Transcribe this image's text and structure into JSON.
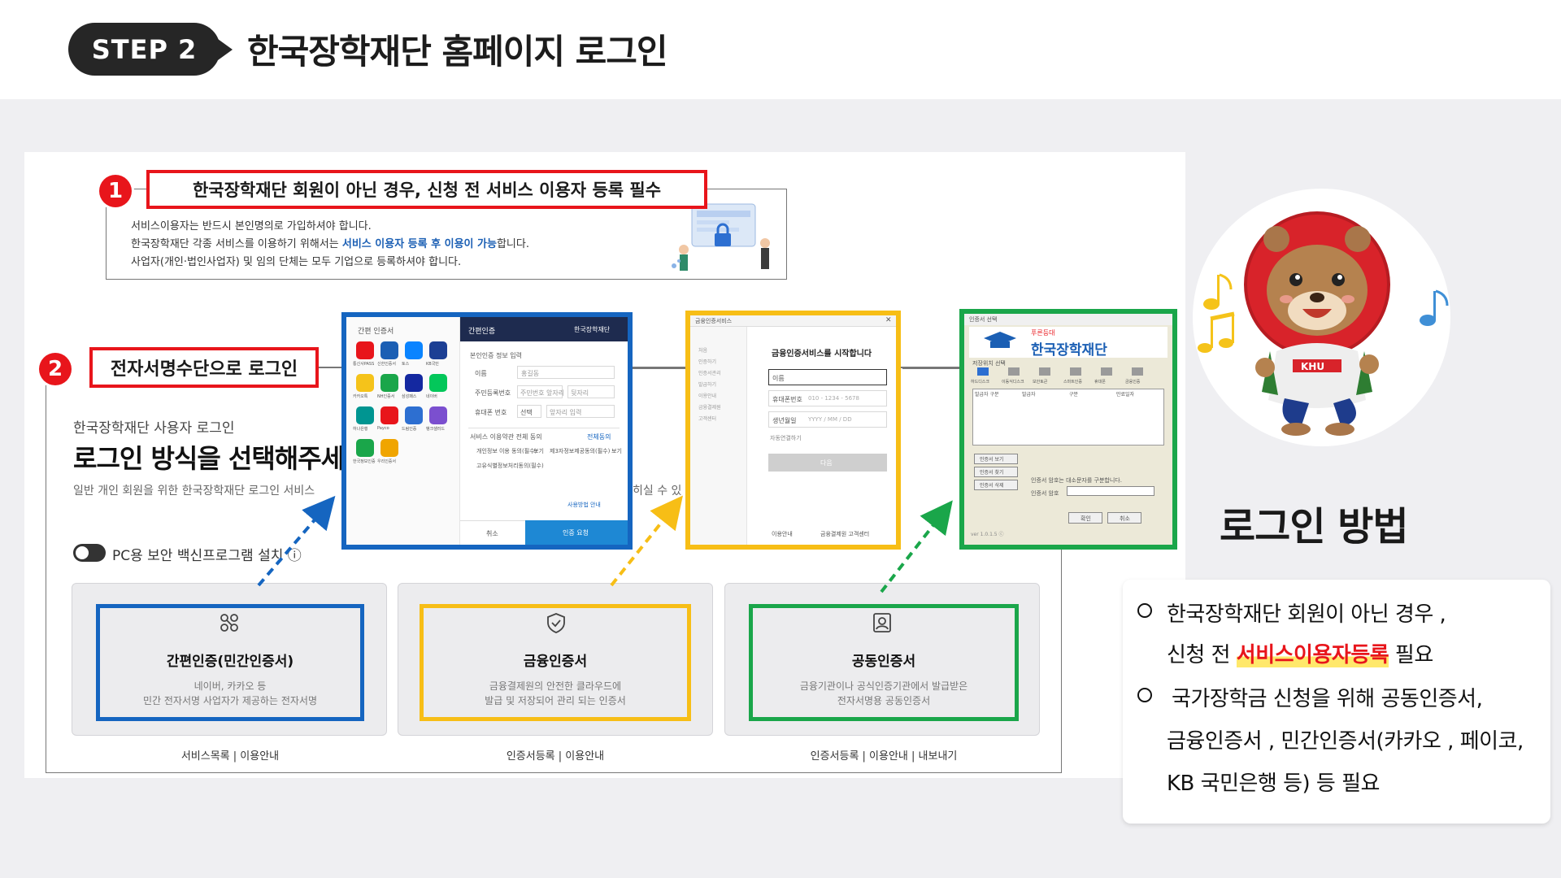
{
  "header": {
    "step_label": "STEP 2",
    "title": "한국장학재단 홈페이지 로그인"
  },
  "notice": {
    "badge": "1",
    "label": "한국장학재단 회원이 아닌 경우, 신청 전 서비스 이용자 등록 필수",
    "line1": "서비스이용자는 반드시 본인명의로 가입하셔야 합니다.",
    "line2_a": "한국장학재단 각종 서비스를 이용하기 위해서는 ",
    "line2_hl": "서비스 이용자 등록 후 이용이 가능",
    "line2_b": "합니다.",
    "line3": "사업자(개인·법인사업자) 및 임의 단체는 모두 기업으로 등록하셔야 합니다."
  },
  "login": {
    "badge": "2",
    "label": "전자서명수단으로 로그인",
    "subtitle": "한국장학재단 사용자 로그인",
    "heading": "로그인 방식을 선택해주세",
    "desc": "일반 개인 회원을 위한 한국장학재단 로그인 서비스",
    "desc_tail": "히실 수 있",
    "toggle_label": "PC용 보안 백신프로그램 설치 ⓘ",
    "methods": [
      {
        "title": "간편인증(민간인증서)",
        "desc1": "네이버, 카카오 등",
        "desc2": "민간 전자서명 사업자가 제공하는 전자서명",
        "links": "서비스목록 | 이용안내"
      },
      {
        "title": "금융인증서",
        "desc1": "금융결제원의 안전한 클라우드에",
        "desc2": "발급 및 저장되어 관리 되는 인증서",
        "links": "인증서등록 | 이용안내"
      },
      {
        "title": "공동인증서",
        "desc1": "금융기관이나 공식인증기관에서 발급받은",
        "desc2": "전자서명용 공동인증서",
        "links": "인증서등록 | 이용안내 | 내보내기"
      }
    ]
  },
  "shots": {
    "simple": {
      "left_title": "간편 인증서",
      "right_title": "간편인증",
      "brand": "한국장학재단",
      "section": "본인인증 정보 입력",
      "field1": "이름",
      "field1_val": "홍길동",
      "field2": "주민등록번호",
      "field2_val": "주민번호 앞자리",
      "field2_val_b": "뒷자리",
      "field3": "휴대폰 번호",
      "field3_carrier": "선택",
      "field3_val": "앞자리 입력",
      "agree": "서비스 이용약관 전체 동의",
      "agree_btn": "전체동의",
      "agree1": "개인정보 이용 동의(필수)",
      "agree1_btn": "보기",
      "agree2": "제3자정보제공동의(필수)",
      "agree2_btn": "보기",
      "agree3": "고유식별정보처리동의(필수)",
      "help": "사용방법 안내",
      "cancel": "취소",
      "confirm": "인증 요청",
      "apps": [
        "통신사PASS",
        "신한인증서",
        "토스",
        "KB국민",
        "카카오톡",
        "NH인증서",
        "삼성패스",
        "네이버",
        "하나은행",
        "Payco",
        "드림인증",
        "뱅크샐러드",
        "한국정보인증",
        "우리인증서"
      ]
    },
    "finance": {
      "title": "금융인증서비스",
      "start": "금융인증서비스를 시작합니다",
      "name_label": "이름",
      "phone_label": "휴대폰번호",
      "birth_label": "생년월일",
      "phone_ph": "010 - 1234 - 5678",
      "birth_ph": "YYYY / MM / DD",
      "auto": "자동연결하기",
      "next": "다음",
      "left_menu": [
        "처음",
        "인증하기",
        "인증서관리",
        "발급하기",
        "이용안내",
        "금융결제원",
        "고객센터"
      ],
      "footer_a": "이용안내",
      "footer_b": "금융결제원 고객센터"
    },
    "joint": {
      "window_title": "인증서 선택",
      "brand_small": "푸른등대",
      "brand": "한국장학재단",
      "location_label": "저장위치 선택",
      "locations": [
        "하드디스크",
        "이동식디스크",
        "보안토큰",
        "스마트인증",
        "휴대폰",
        "금융인증"
      ],
      "cols": [
        "발급자 구분",
        "발급자",
        "구분",
        "만료일자"
      ],
      "btns": [
        "인증서 보기",
        "인증서 찾기",
        "인증서 삭제"
      ],
      "hint": "인증서 암호는 대소문자를 구분합니다.",
      "pw_label": "인증서 암호",
      "ok": "확인",
      "cancel": "취소",
      "version": "ver 1.0.1.5 ⓒ"
    }
  },
  "mascot": {
    "badge_text": "KHU"
  },
  "right": {
    "heading": "로그인 방법",
    "bullet1_a": "한국장학재단 회원이 아닌 경우 ,",
    "bullet1_b_pre": "신청 전 ",
    "bullet1_b_hl": "서비스이용자등록",
    "bullet1_b_post": " 필요",
    "bullet2_a": "국가장학금 신청을 위해 공동인증서,",
    "bullet2_b": "금융인증서 , 민간인증서(카카오 , 페이코,",
    "bullet2_c": "KB 국민은행 등) 등 필요"
  },
  "colors": {
    "red": "#e8151b",
    "blue": "#1565c0",
    "yellow": "#f7be16",
    "green": "#1aa64a",
    "pill": "#262626"
  }
}
